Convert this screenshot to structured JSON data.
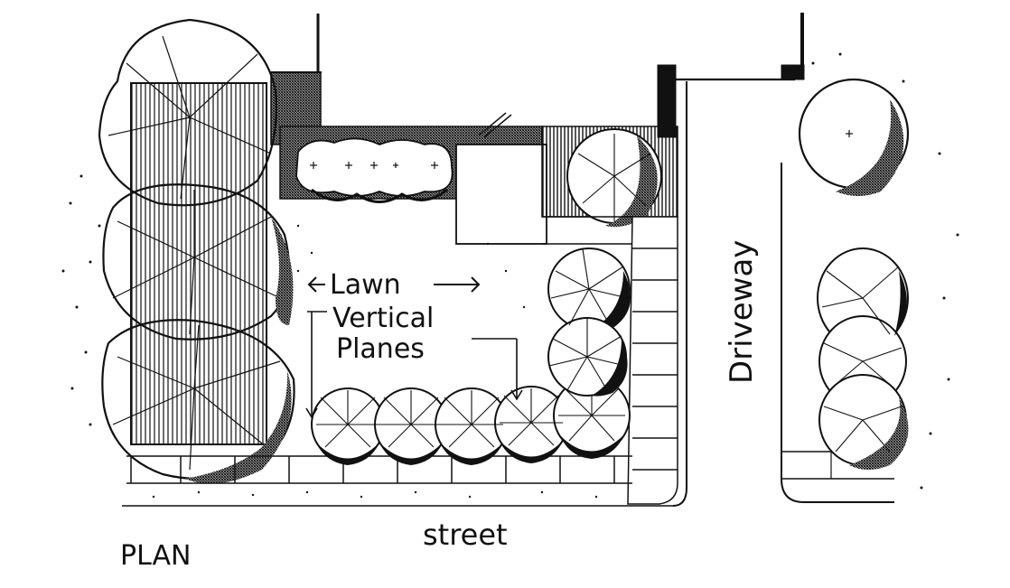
{
  "labels": {
    "lawn": "Lawn",
    "vertical": "Vertical",
    "planes": "Planes",
    "driveway": "Driveway",
    "street": "street",
    "plan": "PLAN"
  },
  "colors": {
    "ink": "#111111",
    "paper": "#ffffff",
    "hatch": "#333333"
  }
}
